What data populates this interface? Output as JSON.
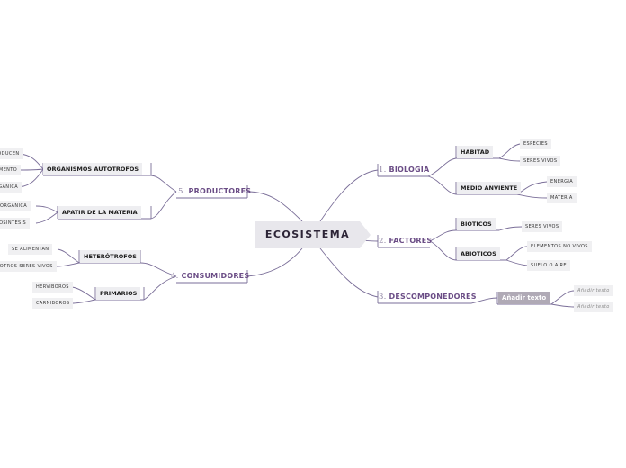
{
  "central": {
    "label": "ECOSISTEMA"
  },
  "branches": {
    "biologia": {
      "num": "1.",
      "label": "BIOLOGIA"
    },
    "factores": {
      "num": "2.",
      "label": "FACTORES"
    },
    "descomponedores": {
      "num": "3.",
      "label": "DESCOMPONEDORES"
    },
    "consumidores": {
      "num": "4.",
      "label": "CONSUMIDORES"
    },
    "productores": {
      "num": "5.",
      "label": "PRODUCTORES"
    }
  },
  "subtopics": {
    "habitat": "HABITAD",
    "medio": "MEDIO ANVIENTE",
    "bioticos": "BIOTICOS",
    "abioticos": "ABIOTICOS",
    "anadir": "Añadir texto",
    "heterotrofos": "HETERÓTROFOS",
    "primarios": "PRIMARIOS",
    "autotrofos": "ORGANISMOS AUTÓTROFOS",
    "apatir": "APATIR DE LA MATERIA"
  },
  "leaves": {
    "especies": "ESPECIES",
    "seres_vivos_1": "SERES VIVOS",
    "energia": "ENERGIA",
    "materia": "MATERIA",
    "seres_vivos_2": "SERES VIVOS",
    "elementos": "ELEMENTOS NO VIVOS",
    "suelo": "SUELO O AIRE",
    "anadir_1": "Añadir texto",
    "anadir_2": "Añadir texto",
    "se_alimentan": "SE ALIMENTAN",
    "otros_seres": "DE OTROS SERES VIVOS",
    "herbivoros": "HERVIBOROS",
    "carnivoros": "CARNIBOROS",
    "producen": "PRODUCEN",
    "alimento": "ALIMENTO",
    "organica": "ORGANICA",
    "inorganica": "INORGANICA",
    "fotosintesis": "FOTOSINTESIS"
  },
  "colors": {
    "line": "#7a6e98",
    "branch_text": "#6b4d86",
    "central_fill": "#e8e7ec"
  }
}
